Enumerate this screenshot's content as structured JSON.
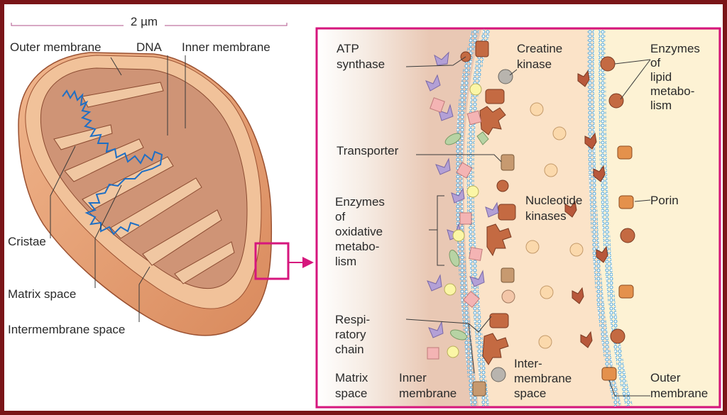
{
  "scale_bar": {
    "label": "2 µm"
  },
  "overview": {
    "labels": {
      "outer_membrane": "Outer membrane",
      "dna": "DNA",
      "inner_membrane": "Inner membrane",
      "cristae": "Cristae",
      "matrix_space": "Matrix space",
      "intermembrane_space": "Intermembrane space"
    }
  },
  "detail": {
    "labels": {
      "atp_synthase": [
        "ATP",
        "synthase"
      ],
      "creatine_kinase": [
        "Creatine",
        "kinase"
      ],
      "enzymes_lipid": [
        "Enzymes",
        "of",
        "lipid",
        "metabo-",
        "lism"
      ],
      "transporter": [
        "Transporter"
      ],
      "enzymes_oxidative": [
        "Enzymes",
        "of",
        "oxidative",
        "metabo-",
        "lism"
      ],
      "nucleotide_kinases": [
        "Nucleotide",
        "kinases"
      ],
      "porin": [
        "Porin"
      ],
      "respiratory_chain": [
        "Respi-",
        "ratory",
        "chain"
      ],
      "matrix_space": [
        "Matrix",
        "space"
      ],
      "inner_membrane": [
        "Inner",
        "membrane"
      ],
      "intermembrane_space": [
        "Inter-",
        "membrane",
        "space"
      ],
      "outer_membrane": [
        "Outer",
        "membrane"
      ]
    }
  },
  "colors": {
    "frame": "#7a1518",
    "highlight": "#d6167d",
    "membrane": "#e9a77f",
    "matrix": "#c98a6e",
    "dna": "#1f6fc4",
    "bead": "#7ec6ea",
    "protein": "#b8583b"
  }
}
